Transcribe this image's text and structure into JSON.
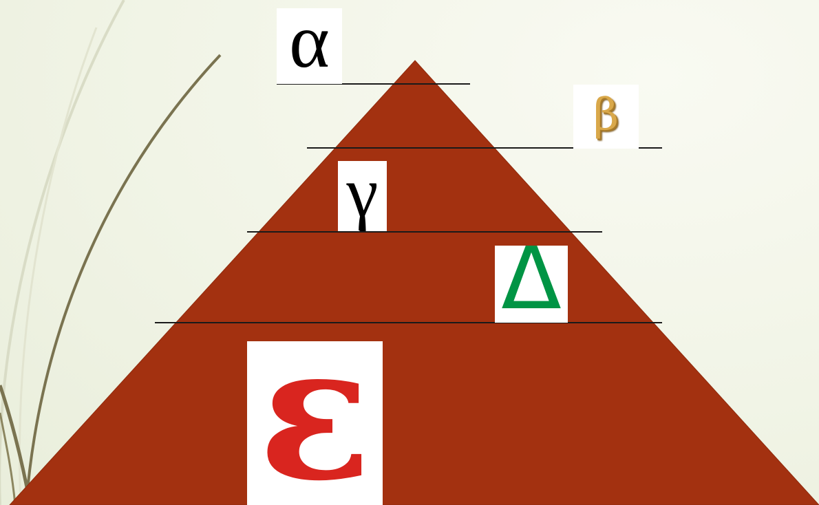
{
  "colors": {
    "pyramid": "#a33110",
    "lines": "#1a1a1a",
    "swoosh": "#7a7350"
  },
  "levels": [
    {
      "symbol": "α",
      "name": "alpha",
      "color": "#000000"
    },
    {
      "symbol": "β",
      "name": "beta",
      "color": "#d9a84a"
    },
    {
      "symbol": "γ",
      "name": "gamma",
      "color": "#000000"
    },
    {
      "symbol": "Δ",
      "name": "delta",
      "color": "#009444"
    },
    {
      "symbol": "ε",
      "name": "epsilon",
      "color": "#d9251f"
    }
  ]
}
